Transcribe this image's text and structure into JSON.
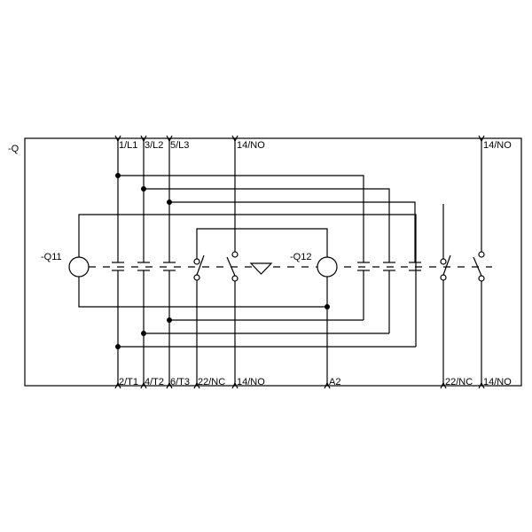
{
  "labels": {
    "device": "-Q",
    "coil1": "-Q11",
    "coil2": "-Q12",
    "top": [
      "1/L1",
      "3/L2",
      "5/L3",
      "14/NO",
      "14/NO"
    ],
    "bottom": [
      "2/T1",
      "4/T2",
      "6/T3",
      "22/NC",
      "14/NO",
      "A2",
      "22/NC",
      "14/NO"
    ]
  }
}
